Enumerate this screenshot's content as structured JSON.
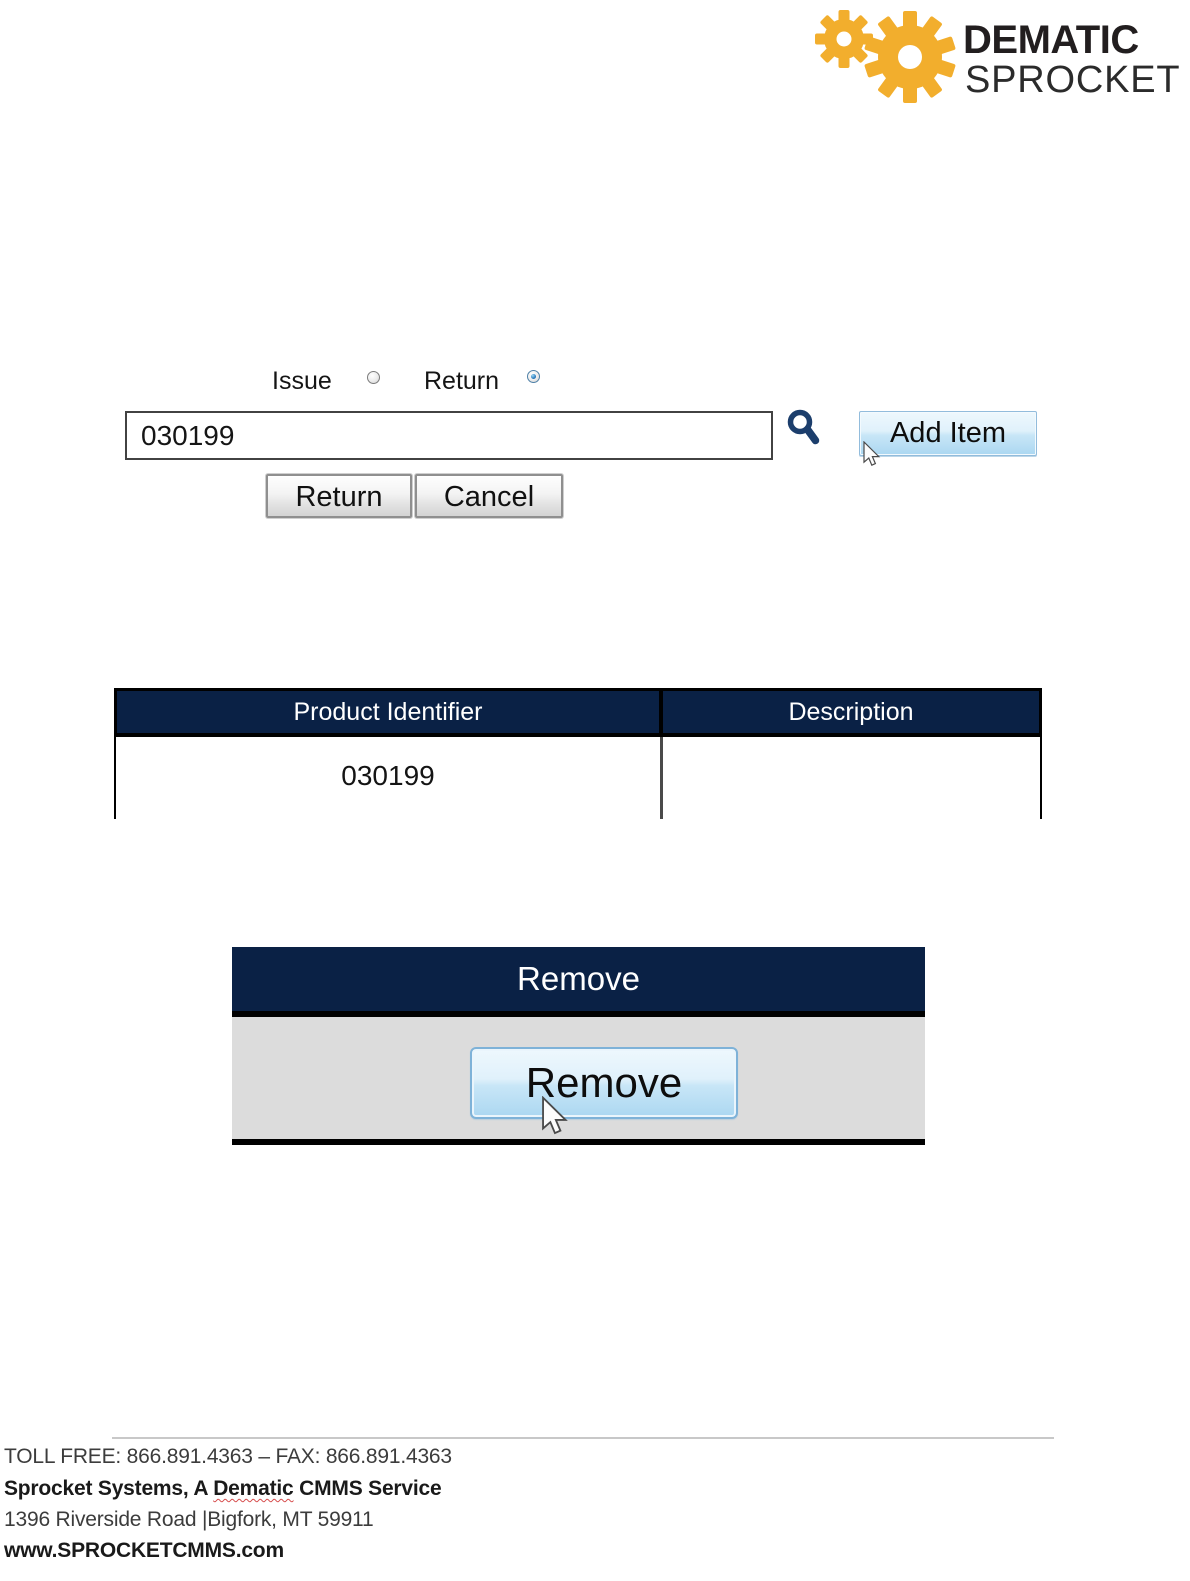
{
  "logo": {
    "brand_line1": "DEMATIC",
    "brand_line2": "SPROCKET",
    "gear_color": "#F2AE2D"
  },
  "mode_toggle": {
    "issue_label": "Issue",
    "return_label": "Return",
    "selected_option": "Return"
  },
  "item_entry": {
    "value": "030199",
    "add_item_label": "Add Item"
  },
  "form_actions": {
    "return_label": "Return",
    "cancel_label": "Cancel"
  },
  "items_table": {
    "columns": [
      "Product Identifier",
      "Description"
    ],
    "rows": [
      {
        "product_identifier": "030199",
        "description": ""
      }
    ]
  },
  "remove_panel": {
    "header_label": "Remove",
    "button_label": "Remove"
  },
  "footer": {
    "contact_line": "TOLL FREE: 866.891.4363 – FAX: 866.891.4363",
    "company_prefix": "Sprocket Systems, A ",
    "company_highlight": "Dematic",
    "company_suffix": " CMMS Service",
    "address_line": "1396 Riverside Road |Bigfork, MT 59911",
    "website": "www.SPROCKETCMMS.com"
  },
  "colors": {
    "header_navy": "#0A2145",
    "gear_orange": "#F2AE2D",
    "blue_button_border": "#7EB2D8",
    "search_icon_navy": "#1C3E6C"
  }
}
